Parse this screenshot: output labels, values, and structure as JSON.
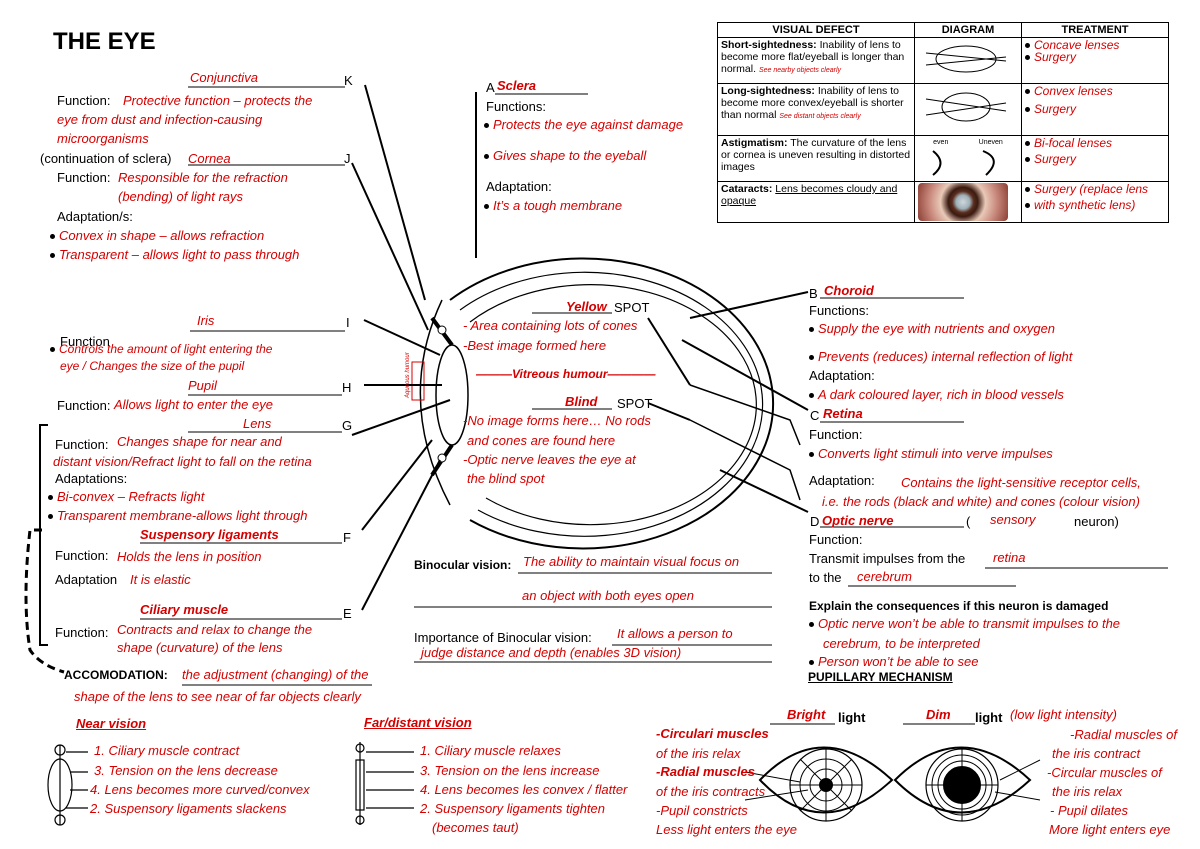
{
  "title": "THE EYE",
  "left": {
    "conjunctiva": {
      "name": "Conjunctiva",
      "letter": "K",
      "func_label": "Function:",
      "function": "Protective function – protects the",
      "function2": "eye from dust and infection-causing",
      "function3": "microorganisms"
    },
    "cornea": {
      "prefix": "(continuation of sclera)",
      "name": "Cornea",
      "letter": "J",
      "func_label": "Function:",
      "function": "Responsible for the refraction",
      "function2": "(bending) of light rays",
      "adapt_label": "Adaptation/s:",
      "adapt1": "Convex in shape – allows refraction",
      "adapt2": "Transparent – allows light to pass through"
    },
    "iris": {
      "name": "Iris",
      "letter": "I",
      "func_label": "Function",
      "function": "Controls the amount of light entering the",
      "function2": "eye / Changes the size of the pupil"
    },
    "pupil": {
      "name": "Pupil",
      "letter": "H",
      "func_label": "Function:",
      "function": "Allows light to enter the eye"
    },
    "lens": {
      "name": "Lens",
      "letter": "G",
      "func_label": "Function:",
      "function": "Changes shape for near and",
      "function2": "distant vision/Refract light to fall on the retina",
      "adapt_label": "Adaptations:",
      "adapt1": "Bi-convex – Refracts light",
      "adapt2": "Transparent membrane-allows light through"
    },
    "susp": {
      "name": "Suspensory ligaments",
      "letter": "F",
      "func_label": "Function:",
      "function": "Holds the lens in position",
      "adapt_label": "Adaptation",
      "adapt": "It is elastic"
    },
    "ciliary": {
      "name": "Ciliary muscle",
      "letter": "E",
      "func_label": "Function:",
      "function": "Contracts and relax to change the",
      "function2": "shape (curvature) of the lens"
    }
  },
  "sclera": {
    "letter": "A",
    "name": "Sclera",
    "func_label": "Functions:",
    "f1": "Protects the eye against damage",
    "f2": "Gives shape to the eyeball",
    "adapt_label": "Adaptation:",
    "adapt": "It’s a tough membrane"
  },
  "eye_labels": {
    "yellow": "Yellow",
    "yellow_spot": "SPOT",
    "yellow1": "- Area containing lots of cones",
    "yellow2": "-Best image formed here",
    "vitreous": "———Vitreous humour————",
    "blind": "Blind",
    "blind_spot": "SPOT",
    "blind1": "-No image forms here… No rods",
    "blind2": "and cones are found here",
    "blind3": "-Optic nerve leaves the eye at",
    "blind4": "the blind spot",
    "aqueous": "Aqueous humour"
  },
  "right": {
    "choroid": {
      "letter": "B",
      "name": "Choroid",
      "func_label": "Functions:",
      "f1": "Supply the eye with nutrients and oxygen",
      "f2": "Prevents (reduces) internal reflection of light",
      "adapt_label": "Adaptation:",
      "adapt": "A dark coloured layer, rich in blood vessels"
    },
    "retina": {
      "letter": "C",
      "name": "Retina",
      "func_label": "Function:",
      "f1": "Converts light stimuli into verve impulses",
      "adapt_label": "Adaptation:",
      "adapt": "Contains the light-sensitive receptor cells,",
      "adapt2": "i.e. the rods (black and white) and cones (colour vision)"
    },
    "optic": {
      "letter": "D",
      "name": "Optic nerve",
      "paren_open": "(",
      "type": "sensory",
      "neuron": "neuron)",
      "func_label": "Function:",
      "transmit": "Transmit impulses from the",
      "from": "retina",
      "to_label": "to the",
      "to": "cerebrum",
      "question": "Explain the consequences if this neuron is damaged",
      "c1": "Optic nerve won’t be able to transmit impulses to the",
      "c1b": "cerebrum, to be interpreted",
      "c2": "Person won’t be able to see"
    }
  },
  "binocular": {
    "label": "Binocular vision:",
    "def1": "The ability to maintain visual focus on",
    "def2": "an object with both eyes open",
    "imp_label": "Importance of Binocular vision:",
    "imp1": "It allows a person to",
    "imp2": "judge distance and depth (enables 3D vision)"
  },
  "accommodation": {
    "label": "ACCOMODATION:",
    "def1": "the adjustment (changing) of the",
    "def2": "shape of the lens to see near of far objects clearly",
    "near": {
      "title": "Near vision",
      "s1": "1. Ciliary muscle contract",
      "s2": "3. Tension on the lens decrease",
      "s3": "4. Lens becomes more curved/convex",
      "s4": "2. Suspensory ligaments slackens"
    },
    "far": {
      "title": "Far/distant vision",
      "s1": "1. Ciliary muscle relaxes",
      "s2": "3. Tension on the lens increase",
      "s3": "4. Lens becomes les convex / flatter",
      "s4": "2. Suspensory ligaments tighten",
      "s5": "(becomes taut)"
    }
  },
  "pupillary": {
    "title": "PUPILLARY MECHANISM",
    "bright": "Bright",
    "dim": "Dim",
    "light": "light",
    "dim_note": "(low light intensity)",
    "b1": "-Circulari muscles",
    "b2": "of the iris relax",
    "b3": "-Radial muscles",
    "b4": "of the iris contracts",
    "b5": "-Pupil constricts",
    "b6": "Less light enters the eye",
    "d1": "-Radial muscles of",
    "d2": "the iris contract",
    "d3": "-Circular muscles of",
    "d4": "the iris relax",
    "d5": "- Pupil dilates",
    "d6": "More light enters eye"
  },
  "defects": {
    "headers": [
      "VISUAL DEFECT",
      "DIAGRAM",
      "TREATMENT"
    ],
    "rows": [
      {
        "name": "Short-sightedness:",
        "desc": "Inability of lens to become more flat/eyeball is longer than normal.",
        "note": "See nearby objects clearly",
        "t1": "Concave lenses",
        "t2": "Surgery"
      },
      {
        "name": "Long-sightedness:",
        "desc": "Inability of lens to become more convex/eyeball is shorter than normal",
        "note": "See distant objects clearly",
        "t1": "Convex lenses",
        "t2": "Surgery"
      },
      {
        "name": "Astigmatism:",
        "desc": "The curvature of the lens or cornea is uneven resulting in distorted images",
        "even": "even",
        "uneven": "Uneven",
        "t1": "Bi-focal lenses",
        "t2": "Surgery"
      },
      {
        "name": "Cataracts:",
        "desc": "Lens becomes cloudy and opaque",
        "t1": "Surgery (replace lens",
        "t2": "with synthetic lens)"
      }
    ]
  }
}
